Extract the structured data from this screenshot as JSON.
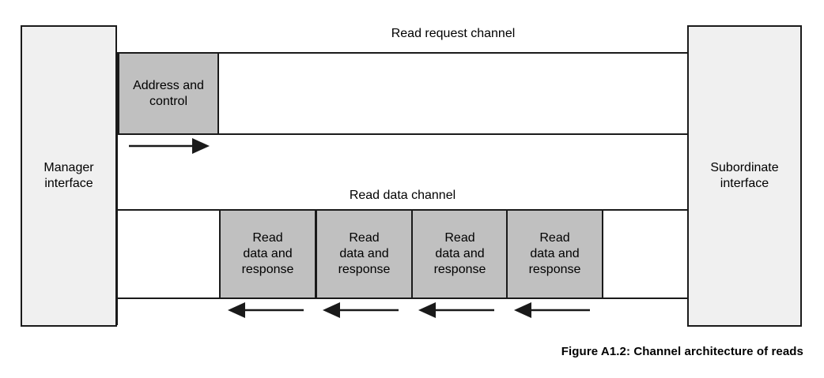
{
  "figure": {
    "caption": "Figure A1.2: Channel architecture of reads"
  },
  "endpoints": {
    "manager": {
      "label": "Manager\ninterface",
      "fill": "#f0f0f0",
      "stroke": "#1a1a1a"
    },
    "subordinate": {
      "label": "Subordinate\ninterface",
      "fill": "#f0f0f0",
      "stroke": "#1a1a1a"
    }
  },
  "channels": [
    {
      "id": "read-request",
      "title": "Read request channel",
      "direction": "manager-to-subordinate",
      "payloads": [
        {
          "label": "Address and\ncontrol"
        }
      ],
      "arrows": 1
    },
    {
      "id": "read-data",
      "title": "Read data channel",
      "direction": "subordinate-to-manager",
      "payloads": [
        {
          "label": "Read\ndata and\nresponse"
        },
        {
          "label": "Read\ndata and\nresponse"
        },
        {
          "label": "Read\ndata and\nresponse"
        },
        {
          "label": "Read\ndata and\nresponse"
        }
      ],
      "arrows": 4
    }
  ],
  "colors": {
    "payload_fill": "#c0c0c0",
    "endpoint_fill": "#f0f0f0",
    "line": "#1a1a1a",
    "background": "#ffffff",
    "text": "#000000"
  }
}
